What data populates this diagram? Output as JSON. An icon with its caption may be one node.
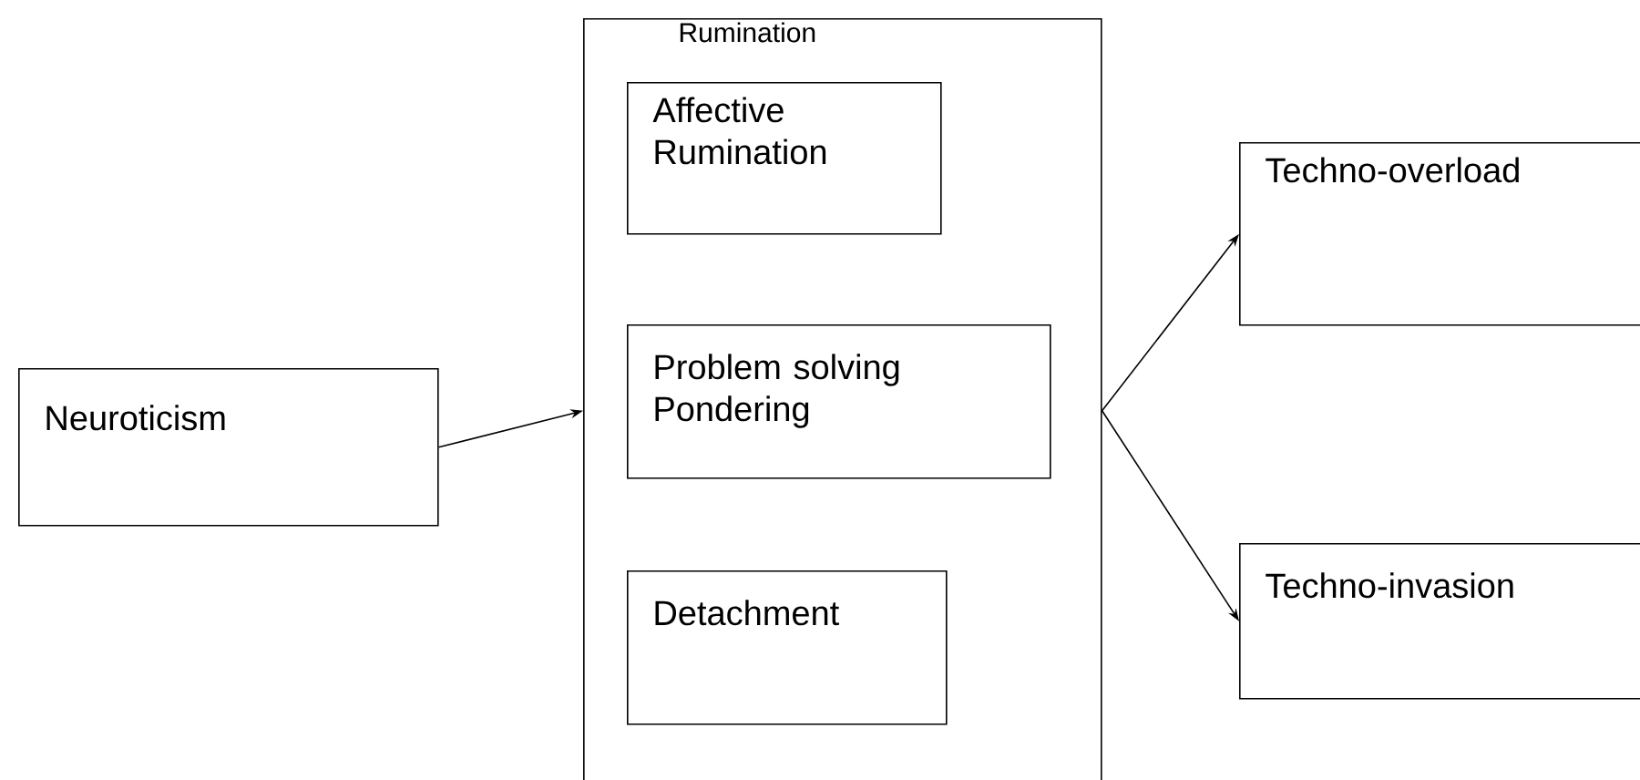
{
  "diagram": {
    "nodes": [
      {
        "text": [
          "Neuroticism"
        ]
      },
      {
        "text": [
          "Rumination"
        ]
      },
      {
        "text": [
          "Affective Rumination"
        ],
        "in": 1
      },
      {
        "text": [
          "Problem solving Pondering"
        ],
        "in": 1
      },
      {
        "text": [
          "Detachment"
        ],
        "in": 1
      },
      {
        "text": [
          "Techno-overload"
        ]
      },
      {
        "text": [
          "Techno-invasion"
        ]
      }
    ],
    "edges": [
      {
        "from": 0,
        "to": 1,
        "arrow": "to"
      },
      {
        "from": 1,
        "to": 5,
        "arrow": "to"
      },
      {
        "from": 1,
        "to": 6,
        "arrow": "to"
      }
    ]
  }
}
